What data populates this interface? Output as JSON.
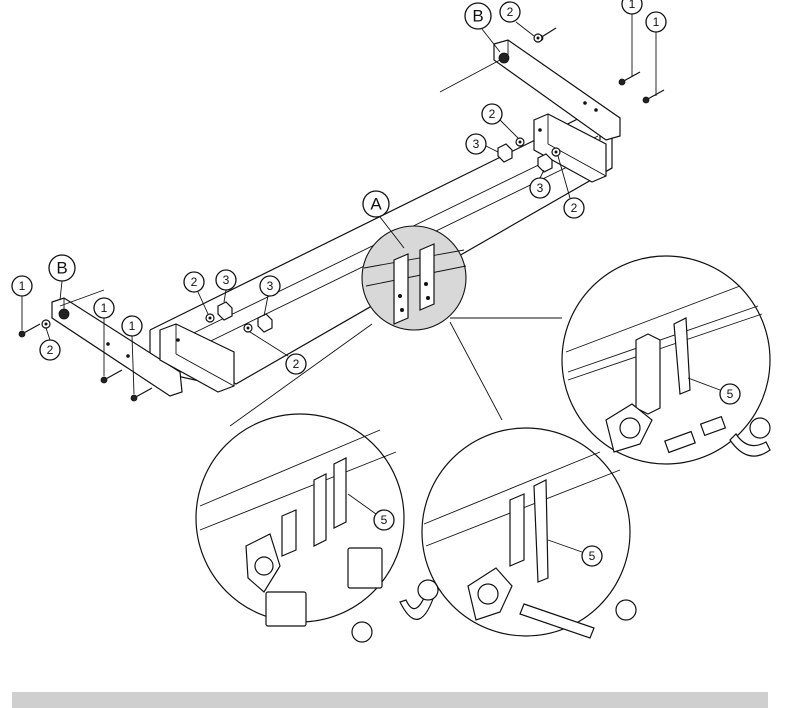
{
  "diagram": {
    "callouts": [
      {
        "id": "c1",
        "label": "B"
      },
      {
        "id": "c2",
        "label": "2"
      },
      {
        "id": "c3",
        "label": "1"
      },
      {
        "id": "c4",
        "label": "1"
      },
      {
        "id": "c5",
        "label": "2"
      },
      {
        "id": "c6",
        "label": "3"
      },
      {
        "id": "c7",
        "label": "3"
      },
      {
        "id": "c8",
        "label": "2"
      },
      {
        "id": "c9",
        "label": "A"
      },
      {
        "id": "c10",
        "label": "B"
      },
      {
        "id": "c11",
        "label": "1"
      },
      {
        "id": "c12",
        "label": "2"
      },
      {
        "id": "c13",
        "label": "1"
      },
      {
        "id": "c14",
        "label": "1"
      },
      {
        "id": "c15",
        "label": "2"
      },
      {
        "id": "c16",
        "label": "3"
      },
      {
        "id": "c17",
        "label": "3"
      },
      {
        "id": "c18",
        "label": "2"
      },
      {
        "id": "c19",
        "label": "5"
      },
      {
        "id": "c20",
        "label": "5"
      },
      {
        "id": "c21",
        "label": "5"
      }
    ]
  },
  "colors": {
    "line": "#111111",
    "detail_fill": "#d8d8d8",
    "bottom_bar": "#cfcfcf"
  }
}
